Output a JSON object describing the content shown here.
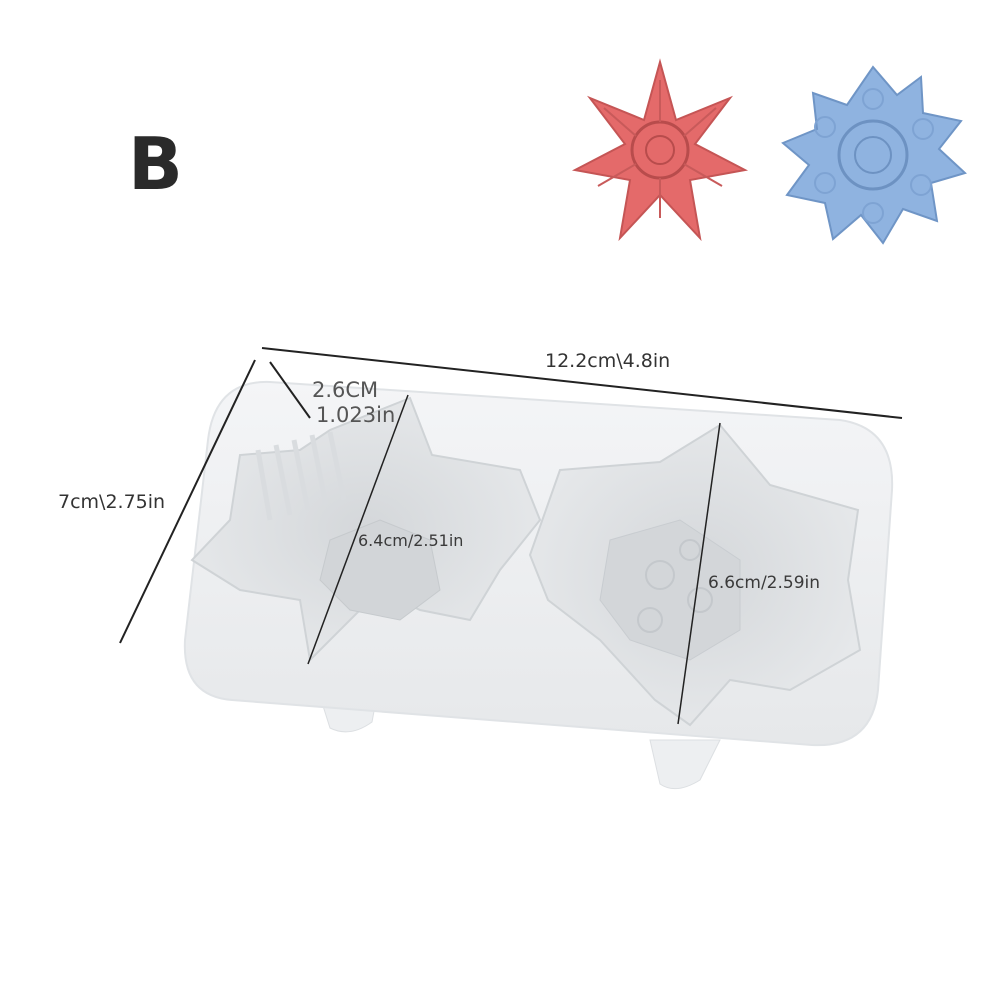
{
  "variant_label": "B",
  "dimensions": {
    "length": "12.2cm\\4.8in",
    "width": "7cm\\2.75in",
    "depth_cm": "2.6CM",
    "depth_in": "1.023in",
    "cavity_left": "6.4cm/2.51in",
    "cavity_right": "6.6cm/2.59in"
  },
  "colors": {
    "red_snowflake": "#e46a6a",
    "blue_snowflake": "#8fb3e0",
    "mold": "#eef0f2"
  }
}
